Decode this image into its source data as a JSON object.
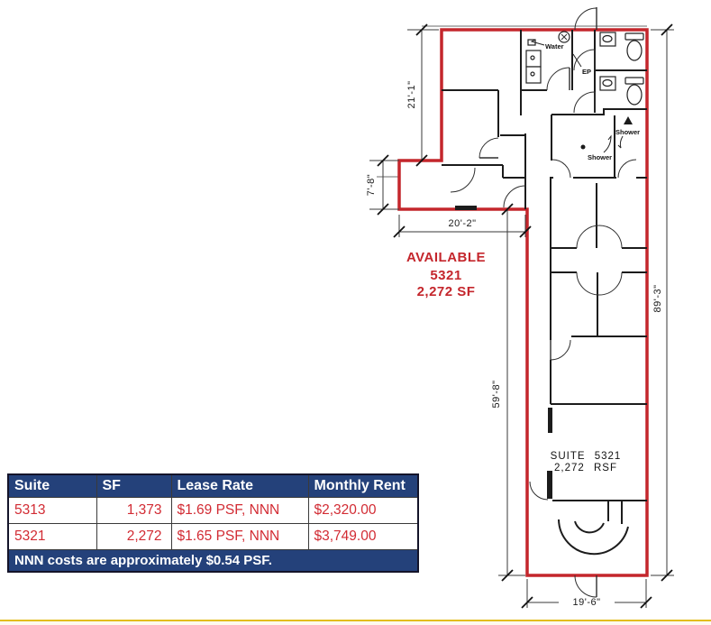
{
  "colors": {
    "suite_outline_red": "#c4262c",
    "available_text_red": "#c4262c",
    "table_header_blue": "#24417a",
    "table_value_red": "#d22b33",
    "bottom_rule_gold": "#e3bd1d"
  },
  "floor_plan": {
    "available_label": {
      "line1": "AVAILABLE",
      "line2": "5321",
      "line3": "2,272 SF"
    },
    "suite_label": {
      "line1": "SUITE 5321",
      "line2": "2,272 RSF"
    },
    "dimensions": {
      "upper_left_vertical": "21'-1\"",
      "notch_vertical": "7'-8\"",
      "notch_horizontal": "20'-2\"",
      "right_vertical": "89'-3\"",
      "corridor_vertical": "59'-8\"",
      "bottom_horizontal": "19'-6\""
    },
    "annotations": {
      "water": "Water",
      "shower_upper": "Shower",
      "shower_lower": "Shower",
      "ep": "EP"
    }
  },
  "rate_table": {
    "headers": [
      "Suite",
      "SF",
      "Lease Rate",
      "Monthly Rent"
    ],
    "rows": [
      {
        "suite": "5313",
        "sf": "1,373",
        "lease_rate": "$1.69 PSF, NNN",
        "monthly_rent": "$2,320.00"
      },
      {
        "suite": "5321",
        "sf": "2,272",
        "lease_rate": "$1.65 PSF, NNN",
        "monthly_rent": "$3,749.00"
      }
    ],
    "footer_note": "NNN costs are approximately $0.54 PSF."
  }
}
